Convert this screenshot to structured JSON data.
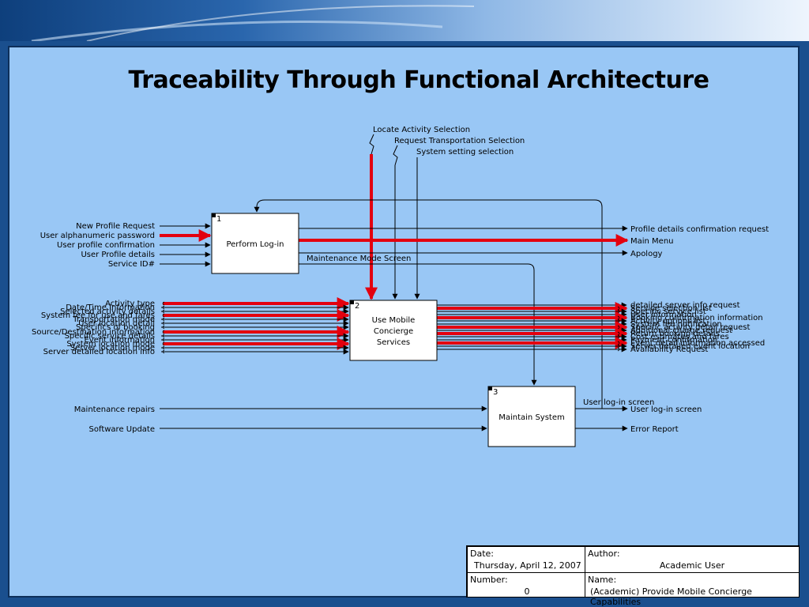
{
  "title": "Traceability Through Functional Architecture",
  "activities": [
    {
      "num": "1",
      "name": "Perform Log-in"
    },
    {
      "num": "2",
      "name": [
        "Use Mobile",
        "Concierge",
        "Services"
      ]
    },
    {
      "num": "3",
      "name": "Maintain System"
    }
  ],
  "controls": [
    "Locate Activity Selection",
    "Request Transportation Selection",
    "System setting selection"
  ],
  "a1_inputs": [
    "New Profile Request",
    "User alphanumeric password",
    "User profile confirmation",
    "User Profile details",
    "Service ID#"
  ],
  "a1_outputs": [
    "Profile details confirmation request",
    "Main Menu",
    "Apology"
  ],
  "internal_flows": [
    "Maintenance Mode Screen"
  ],
  "a2_inputs": [
    "Activity type",
    "Date/Time Information",
    "Selected activity details",
    "System fee for use and fares",
    "Transportation mode",
    "User location detail",
    "Specifics of booking",
    "Source/Destination information",
    "Specific service details",
    "Event information",
    "System location mode",
    "Server location mode",
    "Server detailed location info"
  ],
  "a2_outputs": [
    "detailed server info request",
    "Service selection list",
    "Specific service list",
    "User information",
    "Booking confirmation information",
    "Activity options list",
    "System fee notification",
    "Specific activity detail request",
    "Additional charge request",
    "Return booking details",
    "Cost estimates and fares",
    "Payment confirmation",
    "Event detail information accessed",
    "Server detailed event location",
    "Availability Request"
  ],
  "a3_inputs": [
    "Maintenance repairs",
    "Software Update"
  ],
  "a3_outputs": [
    "User log-in screen",
    "Error Report"
  ],
  "a3_feedback_label": "User log-in screen",
  "info": {
    "date_label": "Date:",
    "date_value": "Thursday, April 12, 2007",
    "author_label": "Author:",
    "author_value": "Academic User",
    "number_label": "Number:",
    "number_value": "0",
    "name_label": "Name:",
    "name_value": "(Academic) Provide Mobile Concierge Capabilities"
  },
  "colors": {
    "trace": "#e3000f",
    "background": "#99c7f5",
    "frame": "#0d2f5a"
  }
}
